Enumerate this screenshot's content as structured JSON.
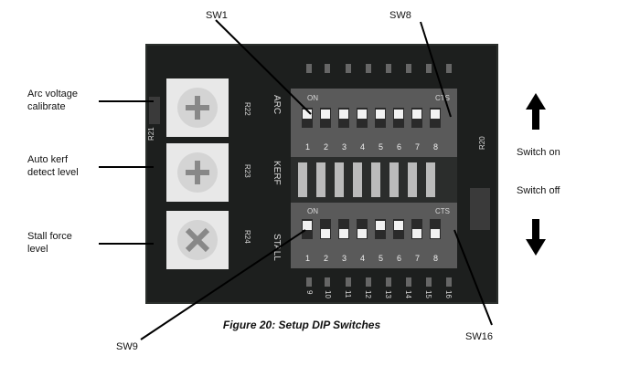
{
  "figure": {
    "caption": "Figure 20: Setup DIP Switches"
  },
  "callouts": {
    "sw1": "SW1",
    "sw8": "SW8",
    "sw9": "SW9",
    "sw16": "SW16",
    "arc_voltage": [
      "Arc voltage",
      "calibrate"
    ],
    "auto_kerf": [
      "Auto kerf",
      "detect level"
    ],
    "stall_force": [
      "Stall force",
      "level"
    ],
    "switch_on": "Switch on",
    "switch_off": "Switch off"
  },
  "board": {
    "upper_bank_label": "ARC",
    "middle_bank_label": "KERF",
    "lower_bank_label": "STALL",
    "on_label": "ON",
    "cts_label": "CTS",
    "upper_numbers": [
      "1",
      "2",
      "3",
      "4",
      "5",
      "6",
      "7",
      "8"
    ],
    "lower_numbers": [
      "1",
      "2",
      "3",
      "4",
      "5",
      "6",
      "7",
      "8"
    ],
    "bottom_numbers": [
      "9",
      "10",
      "11",
      "12",
      "13",
      "14",
      "15",
      "16"
    ],
    "pot_labels": [
      "R22",
      "R23",
      "R24"
    ],
    "side_labels": [
      "R21",
      "R20"
    ]
  },
  "colors": {
    "board_dark": "#1d1f1e",
    "switch_body": "#5a5a5a",
    "pot_body": "#e8e8e8",
    "arrow": "#000000"
  }
}
